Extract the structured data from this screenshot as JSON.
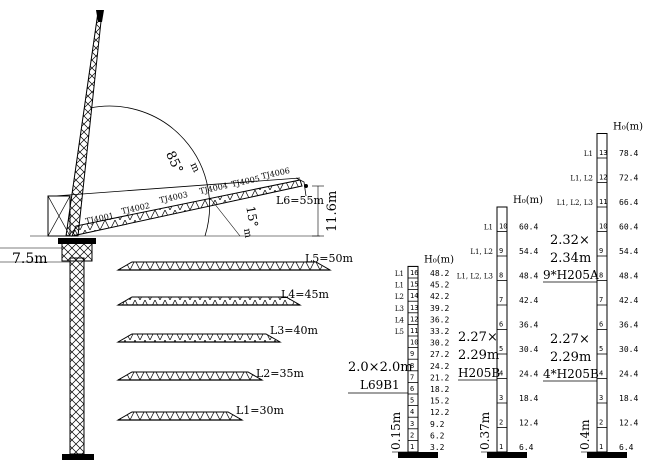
{
  "crane": {
    "angle_luff": "85°",
    "angle_low": "15°",
    "jib_sections": [
      "TJ4001",
      "TJ4002",
      "TJ4003",
      "TJ4004",
      "TJ4005",
      "TJ4006"
    ],
    "unit_m": "m",
    "L6": "L6=55m",
    "height_11_6": "11.6m",
    "offset_7_5": "7.5m"
  },
  "jibs": [
    {
      "label": "L5=50m"
    },
    {
      "label": "L4=45m"
    },
    {
      "label": "L3=40m"
    },
    {
      "label": "L2=35m"
    },
    {
      "label": "L1=30m"
    }
  ],
  "tower1": {
    "h_header": "H₀(m)",
    "jib_labels": [
      "L1",
      "L1",
      "L2",
      "L3",
      "L4",
      "L5"
    ],
    "numbers": [
      "16",
      "15",
      "14",
      "13",
      "12",
      "11",
      "10",
      "9",
      "8",
      "7",
      "6",
      "5",
      "4",
      "3",
      "2",
      "1"
    ],
    "heights": [
      "48.2",
      "45.2",
      "42.2",
      "39.2",
      "36.2",
      "33.2",
      "30.2",
      "27.2",
      "24.2",
      "21.2",
      "18.2",
      "15.2",
      "12.2",
      "9.2",
      "6.2",
      "3.2"
    ],
    "section": "2.0×2.0m",
    "type": "L69B1",
    "base": "0.15m"
  },
  "tower2": {
    "h_header": "H₀(m)",
    "jib_labels": [
      "L1",
      "L1, L2",
      "L1, L2, L3"
    ],
    "numbers": [
      "10",
      "9",
      "8",
      "7",
      "6",
      "5",
      "4",
      "3",
      "2",
      "1"
    ],
    "heights": [
      "60.4",
      "54.4",
      "48.4",
      "42.4",
      "36.4",
      "30.4",
      "24.4",
      "18.4",
      "12.4",
      "6.4"
    ],
    "sec_a": "2.27×",
    "sec_b": "2.29m",
    "type": "H205B",
    "base": "0.37m"
  },
  "tower3": {
    "h_header": "H₀(m)",
    "jib_labels": [
      "L1",
      "L1, L2",
      "L1, L2, L3"
    ],
    "numbers": [
      "13",
      "12",
      "11",
      "10",
      "9",
      "8",
      "7",
      "6",
      "5",
      "4",
      "3",
      "2",
      "1"
    ],
    "heights": [
      "78.4",
      "72.4",
      "66.4",
      "60.4",
      "54.4",
      "48.4",
      "42.4",
      "36.4",
      "30.4",
      "24.4",
      "18.4",
      "12.4",
      "6.4"
    ],
    "upper_a": "2.32×",
    "upper_b": "2.34m",
    "upper_type": "9*H205A",
    "lower_a": "2.27×",
    "lower_b": "2.29m",
    "lower_type": "4*H205B",
    "base": "0.4m"
  }
}
